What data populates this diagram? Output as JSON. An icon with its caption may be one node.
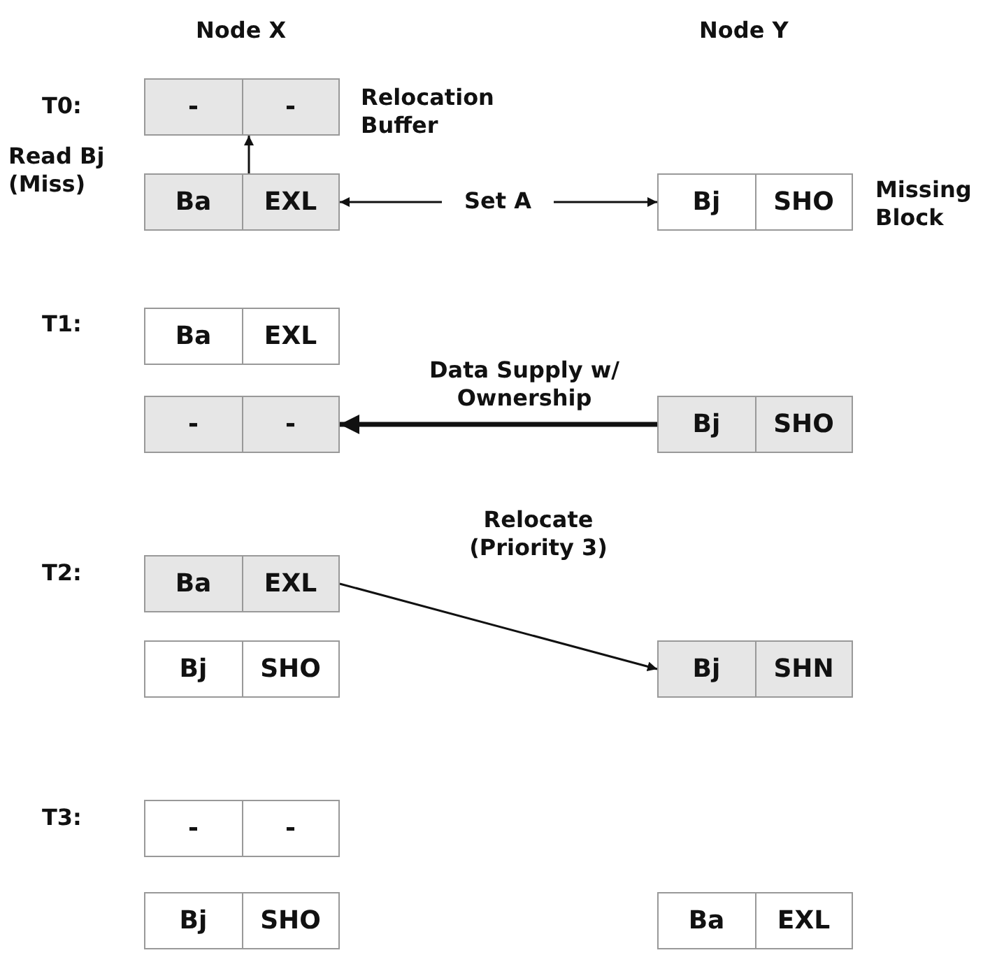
{
  "diagram": {
    "nodes": [
      {
        "text": [
          "-",
          "-"
        ],
        "beside": [
          "Relocation Buffer"
        ]
      },
      {
        "text": [
          "Ba",
          "EXL"
        ]
      },
      {
        "text": [
          "Bj",
          "SHO"
        ],
        "beside": [
          "Missing Block"
        ]
      },
      {
        "text": [
          "Ba",
          "EXL"
        ]
      },
      {
        "text": [
          "-",
          "-"
        ]
      },
      {
        "text": [
          "Bj",
          "SHO"
        ]
      },
      {
        "text": [
          "Ba",
          "EXL"
        ]
      },
      {
        "text": [
          "Bj",
          "SHO"
        ]
      },
      {
        "text": [
          "Bj",
          "SHN"
        ]
      },
      {
        "text": [
          "-",
          "-"
        ]
      },
      {
        "text": [
          "Bj",
          "SHO"
        ]
      },
      {
        "text": [
          "Ba",
          "EXL"
        ]
      }
    ],
    "edges": [
      {
        "from": 1,
        "to": 0,
        "arrow": "to"
      },
      {
        "from": 1,
        "to": 2,
        "arrow": "both",
        "label": "Set A"
      },
      {
        "from": 5,
        "to": 4,
        "arrow": "to",
        "label": "Data Supply w/ Ownership",
        "style": "thick"
      },
      {
        "from": 6,
        "to": 8,
        "arrow": "to",
        "label": "Relocate (Priority 3)"
      }
    ],
    "labels": [
      "Node X",
      "Node Y",
      "T0:",
      "Read Bj (Miss)",
      "T1:",
      "T2:",
      "T3:"
    ]
  }
}
